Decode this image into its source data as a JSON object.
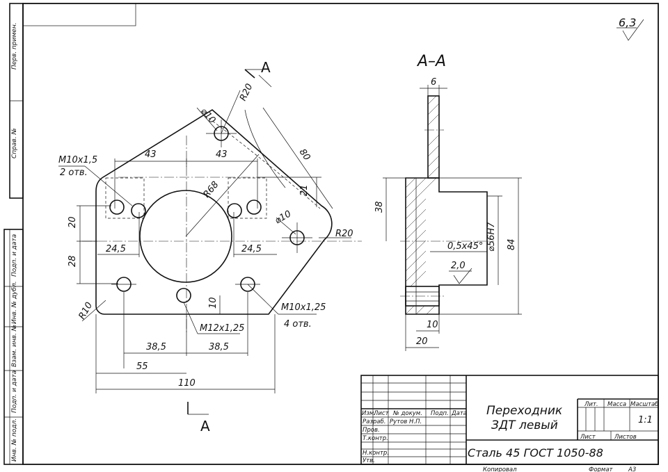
{
  "side_labels": [
    "Перв. примен.",
    "Справ. №",
    "Подп. и дата",
    "Инв. № дубл.",
    "Взам. инв. №",
    "Подп. и дата",
    "Инв. № подл."
  ],
  "roughness": "6,3",
  "section": {
    "title": "A–A",
    "cut_letter_top": "A",
    "cut_letter_bottom": "A"
  },
  "dims": {
    "r20_top": "R20",
    "d10_top": "⌀10",
    "x43_left": "43",
    "x43_right": "43",
    "d80": "80",
    "r68": "R68",
    "y21": "21",
    "m10_title": "M10x1,5",
    "m10_count": "2 отв.",
    "y20": "20",
    "y28": "28",
    "x24_5_left": "24,5",
    "x24_5_right": "24,5",
    "d10_right": "⌀10",
    "r20_right": "R20",
    "r10": "R10",
    "y10": "10",
    "m12": "M12x1,25",
    "m10b_title": "M10x1,25",
    "m10b_count": "4 отв.",
    "x38_5_left": "38,5",
    "x38_5_right": "38,5",
    "x55": "55",
    "x110": "110",
    "s6": "6",
    "s38": "38",
    "s56": "⌀56H7",
    "s84": "84",
    "chamfer": "0,5x45°",
    "rough2": "2,0",
    "s10": "10",
    "s20": "20"
  },
  "title_block": {
    "header": [
      "Изм.",
      "Лист",
      "№ докум.",
      "Подп.",
      "Дата"
    ],
    "roles": [
      "Разраб.",
      "Пров.",
      "Т.контр.",
      "Н.контр.",
      "Утв."
    ],
    "developer": "Рутов Н.П.",
    "part_name_1": "Переходник",
    "part_name_2": "ЗДТ левый",
    "material": "Сталь 45 ГОСТ 1050-88",
    "lit": "Лит.",
    "mass": "Масса",
    "scale_label": "Масштаб",
    "scale_value": "1:1",
    "sheet": "Лист",
    "sheets": "Листов",
    "copied": "Копировал",
    "format": "Формат",
    "format_value": "А3"
  }
}
